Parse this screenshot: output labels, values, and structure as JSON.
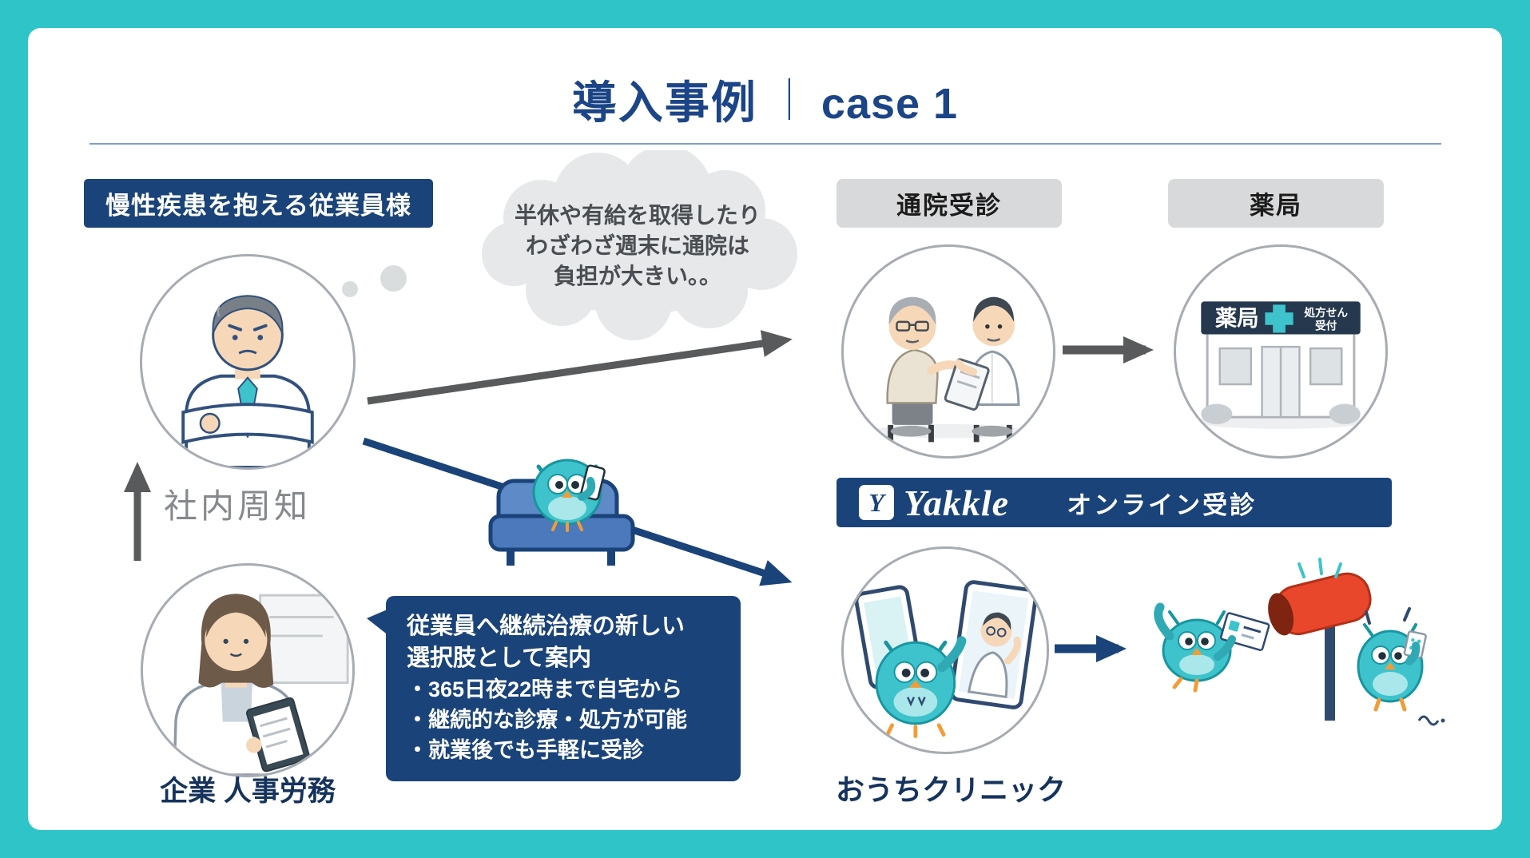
{
  "colors": {
    "frame_teal": "#2EC4C8",
    "navy": "#1A4379",
    "title_navy": "#1C4587",
    "badge_gray": "#D8D9DA",
    "arrow_gray": "#595A5C",
    "owl_teal": "#3EC3CC",
    "mailbox_red": "#E8472B"
  },
  "header": {
    "title_main": "導入事例",
    "title_separator": "｜",
    "title_case": "case 1"
  },
  "employee": {
    "badge": "慢性疾患を抱える従業員様",
    "thought": [
      "半休や有給を取得したり",
      "わざわざ週末に通院は",
      "負担が大きい。。"
    ],
    "announce_label": "社内周知"
  },
  "hr": {
    "label": "企業 人事労務",
    "bubble_title": [
      "従業員へ継続治療の新しい",
      "選択肢として案内"
    ],
    "bubble_points": [
      "・365日夜22時まで自宅から",
      "・継続的な診療・処方が可能",
      "・就業後でも手軽に受診"
    ]
  },
  "hospital": {
    "badge": "通院受診"
  },
  "pharmacy": {
    "badge": "薬局",
    "sign": "薬局",
    "sign_sub_line1": "処方せん",
    "sign_sub_line2": "受付"
  },
  "online": {
    "brand_initial": "Y",
    "brand": "Yakkle",
    "banner_label": "オンライン受診",
    "clinic_label": "おうちクリニック"
  }
}
